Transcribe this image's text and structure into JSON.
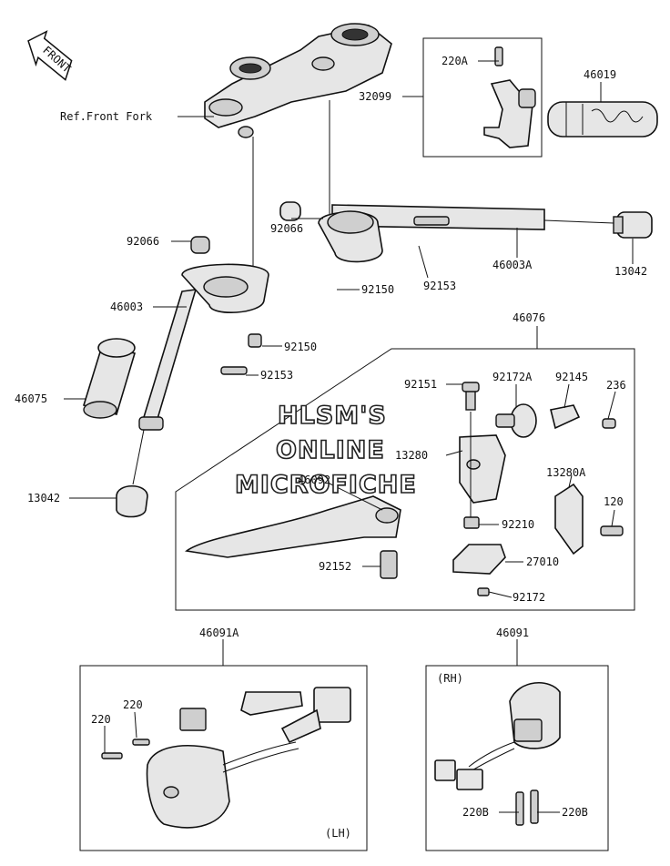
{
  "badge": {
    "text": "FRONT"
  },
  "watermark": {
    "line1": "HLSM'S",
    "line2": "ONLINE",
    "line3": "MICROFICHE"
  },
  "labels": {
    "ref_front_fork": "Ref.Front Fork",
    "p220A": "220A",
    "p32099": "32099",
    "p46019": "46019",
    "p92066_a": "92066",
    "p92066_b": "92066",
    "p46003A": "46003A",
    "p13042_a": "13042",
    "p92153_a": "92153",
    "p92150_a": "92150",
    "p46003": "46003",
    "p92150_b": "92150",
    "p92153_b": "92153",
    "p46075": "46075",
    "p46076": "46076",
    "p92151": "92151",
    "p92172A": "92172A",
    "p92145": "92145",
    "p236": "236",
    "p13280": "13280",
    "p46092": "46092",
    "p13280A": "13280A",
    "p13042_b": "13042",
    "p120": "120",
    "p92210": "92210",
    "p92152": "92152",
    "p27010": "27010",
    "p92172": "92172",
    "p46091A": "46091A",
    "p46091": "46091",
    "p220_a": "220",
    "p220_b": "220",
    "p220B_a": "220B",
    "p220B_b": "220B",
    "rh": "(RH)",
    "lh": "(LH)"
  }
}
